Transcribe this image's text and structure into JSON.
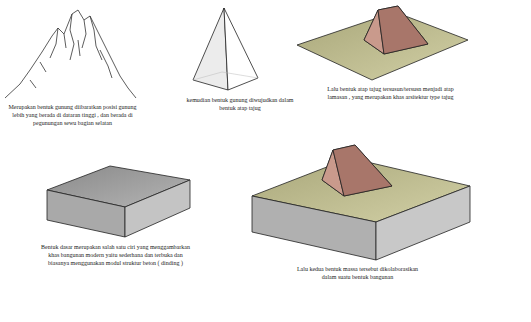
{
  "diagram": {
    "labels": [
      "Merupakan bentuk gunung diibaratkan posisi gunung lebih yang berada di dataran tinggi , dan berada di pegunungan sewu bagian selatan",
      "kemudian bentuk gunung diwujudkan dalam bentuk atap tajug",
      "Lalu bentuk atap tajug tersusun/tersusn menjadi atap lamasan , yang merupakan khas arsitektur type tajug",
      "Bentuk dasar merupakan salah satu ciri yang menggambarkan khas bangunan modern yaitu sederhana dan terbuka dan biasanya menggunakan modul struktur beton ( dinding )",
      "Lalu kedua bentuk massa tersebut dikolaborasikan dalam suatu bentuk bangunan"
    ]
  }
}
